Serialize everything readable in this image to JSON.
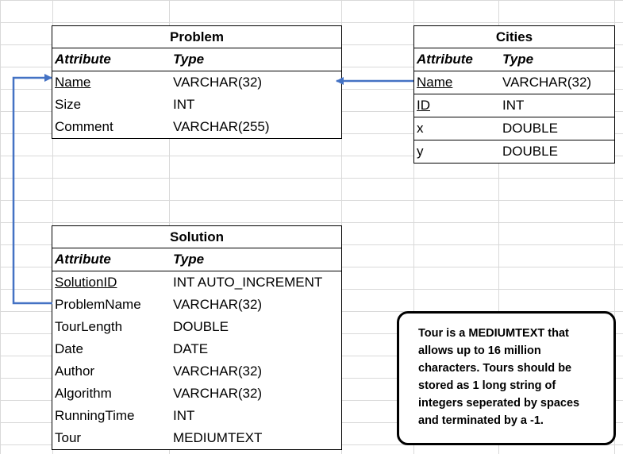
{
  "tables": {
    "problem": {
      "title": "Problem",
      "header": {
        "attribute": "Attribute",
        "type": "Type"
      },
      "rows": [
        {
          "attribute": "Name",
          "type": "VARCHAR(32)",
          "key": true
        },
        {
          "attribute": "Size",
          "type": "INT",
          "key": false
        },
        {
          "attribute": "Comment",
          "type": "VARCHAR(255)",
          "key": false
        }
      ]
    },
    "cities": {
      "title": "Cities",
      "header": {
        "attribute": "Attribute",
        "type": "Type"
      },
      "rows": [
        {
          "attribute": "Name",
          "type": "VARCHAR(32)",
          "key": true
        },
        {
          "attribute": "ID",
          "type": "INT",
          "key": true
        },
        {
          "attribute": "x",
          "type": "DOUBLE",
          "key": false
        },
        {
          "attribute": "y",
          "type": "DOUBLE",
          "key": false
        }
      ]
    },
    "solution": {
      "title": "Solution",
      "header": {
        "attribute": "Attribute",
        "type": "Type"
      },
      "rows": [
        {
          "attribute": "SolutionID",
          "type": "INT AUTO_INCREMENT",
          "key": true
        },
        {
          "attribute": "ProblemName",
          "type": "VARCHAR(32)",
          "key": false
        },
        {
          "attribute": "TourLength",
          "type": "DOUBLE",
          "key": false
        },
        {
          "attribute": "Date",
          "type": "DATE",
          "key": false
        },
        {
          "attribute": "Author",
          "type": "VARCHAR(32)",
          "key": false
        },
        {
          "attribute": "Algorithm",
          "type": "VARCHAR(32)",
          "key": false
        },
        {
          "attribute": "RunningTime",
          "type": "INT",
          "key": false
        },
        {
          "attribute": "Tour",
          "type": "MEDIUMTEXT",
          "key": false
        }
      ]
    }
  },
  "note": {
    "lines": [
      "Tour is a MEDIUMTEXT that",
      "allows up to 16 million",
      "characters. Tours should be",
      "stored as 1 long string of",
      "integers seperated by spaces",
      "and terminated by a -1."
    ]
  },
  "colors": {
    "arrow": "#4472c4",
    "grid": "#d9d9d9",
    "border": "#000000"
  }
}
